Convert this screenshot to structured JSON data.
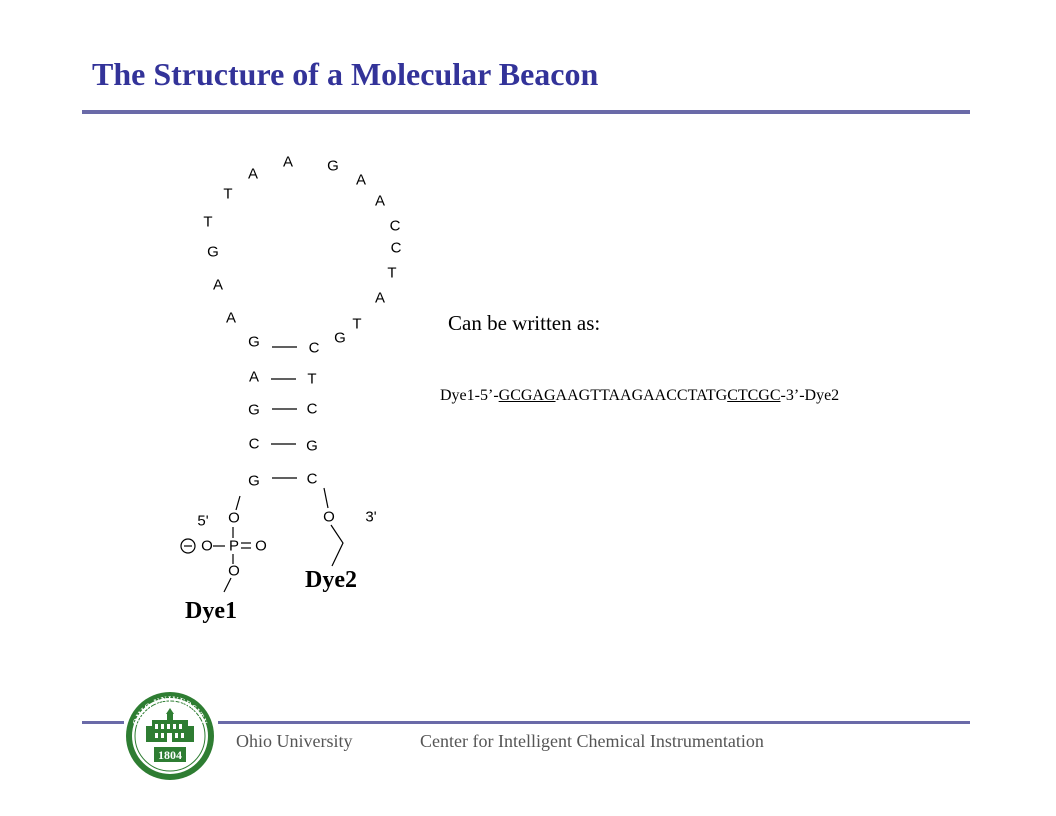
{
  "title": "The Structure of a Molecular Beacon",
  "diagram": {
    "loop_bases": [
      "A",
      "A",
      "T",
      "T",
      "G",
      "A",
      "A",
      "G",
      "A",
      "A",
      "C",
      "C",
      "T",
      "A",
      "T",
      "G"
    ],
    "stem_left": [
      "G",
      "A",
      "G",
      "C",
      "G"
    ],
    "stem_right": [
      "C",
      "T",
      "C",
      "G",
      "C"
    ],
    "five_prime": "5'",
    "three_prime": "3'",
    "phosphate": {
      "O_top": "O",
      "O_left": "O",
      "P": "P",
      "O_right": "O",
      "O_bottom": "O",
      "O_3": "O"
    },
    "dye1": "Dye1",
    "dye2": "Dye2"
  },
  "description": {
    "intro": "Can be written as:",
    "seq_prefix": "Dye1-5’-",
    "seq_stem1": "GCGAG",
    "seq_loop": "AAGTTAAGAACCTATG",
    "seq_stem2": "CTCGC",
    "seq_suffix": "-3’-Dye2"
  },
  "footer": {
    "university": "Ohio University",
    "center": "Center for Intelligent Chemical Instrumentation",
    "logo_top_text": "OHIO UNIVERSITY",
    "logo_year": "1804"
  },
  "colors": {
    "title": "#333399",
    "rule": "#6a6aa8",
    "logo_green": "#2e7d32",
    "footer_text": "#555555"
  }
}
